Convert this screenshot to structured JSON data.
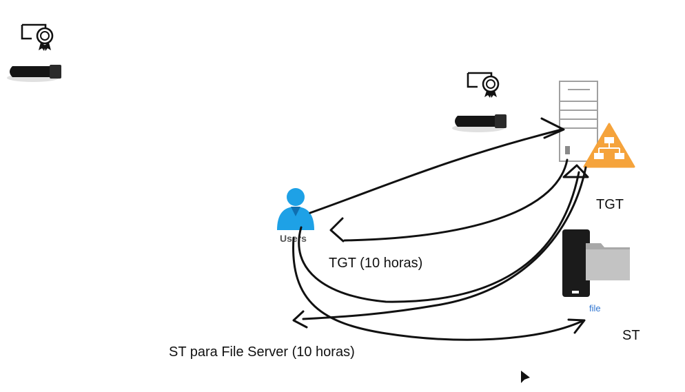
{
  "diagram": {
    "labels": {
      "tgt": "TGT",
      "tgt_reply": "TGT (10 horas)",
      "st_reply": "ST para File Server (10 horas)",
      "st": "ST"
    },
    "icons": {
      "users_caption": "Users",
      "file_caption": "file",
      "certificate_icon": "certificate-icon",
      "usb_token_icon": "usb-token-icon",
      "user_icon": "user-icon",
      "server_icon": "server-icon",
      "hierarchy_icon": "hierarchy-warning-icon",
      "file_server_icon": "file-server-icon",
      "cursor_icon": "mouse-cursor-icon"
    },
    "colors": {
      "ink": "#111111",
      "user_blue": "#1ea1e6",
      "hierarchy_orange": "#f5a33b",
      "file_blue": "#2e74d0",
      "server_gray": "#9a9a9a"
    }
  }
}
